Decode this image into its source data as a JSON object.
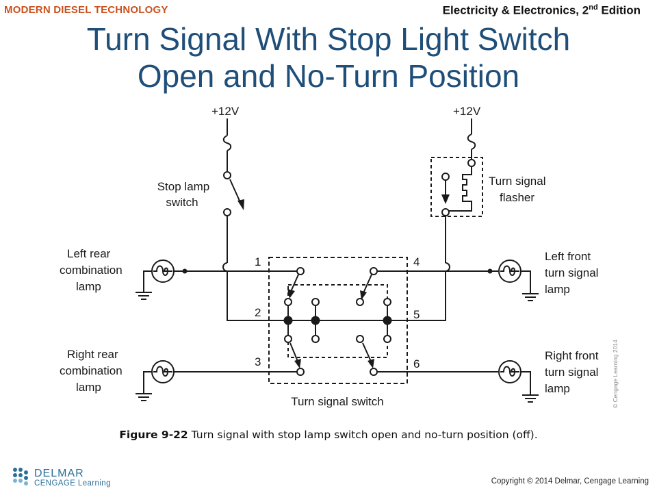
{
  "header": {
    "brand": "MODERN DIESEL TECHNOLOGY",
    "edition_main": "Electricity & Electronics, 2",
    "edition_sup": "nd",
    "edition_tail": " Edition"
  },
  "title": {
    "line1": "Turn Signal With Stop Light Switch",
    "line2": "Open and No-Turn Position"
  },
  "diagram": {
    "supply_left": "+12V",
    "supply_right": "+12V",
    "stop_lamp_switch": [
      "Stop lamp",
      "switch"
    ],
    "flasher": [
      "Turn signal",
      "flasher"
    ],
    "left_rear": [
      "Left rear",
      "combination",
      "lamp"
    ],
    "right_rear": [
      "Right rear",
      "combination",
      "lamp"
    ],
    "left_front": [
      "Left front",
      "turn signal",
      "lamp"
    ],
    "right_front": [
      "Right front",
      "turn signal",
      "lamp"
    ],
    "terminals": [
      "1",
      "2",
      "3",
      "4",
      "5",
      "6"
    ],
    "switch_label": "Turn signal switch",
    "watermark": "© Cengage Learning 2014"
  },
  "caption": {
    "figure": "Figure 9-22",
    "text": " Turn signal with stop lamp switch open and no-turn position (off)."
  },
  "footer": {
    "logo_top": "DELMAR",
    "logo_bottom": "CENGAGE Learning",
    "copyright": "Copyright © 2014 Delmar, Cengage Learning"
  },
  "colors": {
    "brand": "#c9501c",
    "title": "#1f4e79",
    "line": "#1a1a1a",
    "logo_blue": "#2a6f9b"
  }
}
